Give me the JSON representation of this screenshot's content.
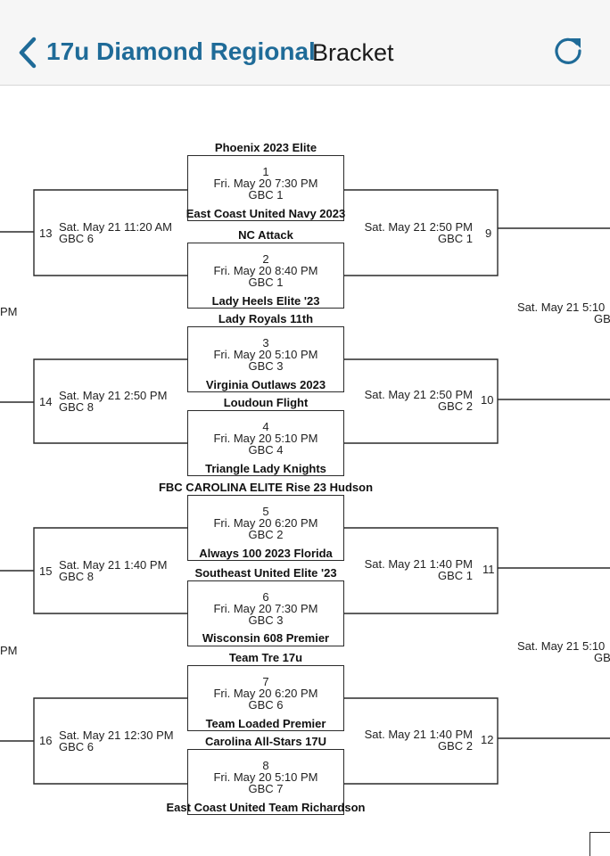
{
  "header": {
    "title_app": "17u Diamond Regional",
    "title_page": "Bracket",
    "back_icon": "chevron-left-icon",
    "refresh_icon": "refresh-icon",
    "accent_color": "#1f6b98"
  },
  "games": [
    {
      "number": "1",
      "date": "Fri. May 20 7:30 PM",
      "field": "GBC 1",
      "top_team": "Phoenix 2023 Elite",
      "bottom_team": "East Coast United Navy 2023"
    },
    {
      "number": "2",
      "date": "Fri. May 20 8:40 PM",
      "field": "GBC 1",
      "top_team": "NC Attack",
      "bottom_team": "Lady Heels Elite '23"
    },
    {
      "number": "3",
      "date": "Fri. May 20 5:10 PM",
      "field": "GBC 3",
      "top_team": "Lady Royals 11th",
      "bottom_team": "Virginia Outlaws 2023"
    },
    {
      "number": "4",
      "date": "Fri. May 20 5:10 PM",
      "field": "GBC 4",
      "top_team": "Loudoun Flight",
      "bottom_team": "Triangle Lady Knights"
    },
    {
      "number": "5",
      "date": "Fri. May 20 6:20 PM",
      "field": "GBC 2",
      "top_team": "FBC CAROLINA ELITE Rise 23 Hudson",
      "bottom_team": "Always 100 2023 Florida"
    },
    {
      "number": "6",
      "date": "Fri. May 20 7:30 PM",
      "field": "GBC 3",
      "top_team": "Southeast United Elite '23",
      "bottom_team": "Wisconsin 608 Premier"
    },
    {
      "number": "7",
      "date": "Fri. May 20 6:20 PM",
      "field": "GBC 6",
      "top_team": "Team Tre 17u",
      "bottom_team": "Team Loaded Premier"
    },
    {
      "number": "8",
      "date": "Fri. May 20 5:10 PM",
      "field": "GBC 7",
      "top_team": "Carolina All-Stars 17U",
      "bottom_team": "East Coast United Team Richardson"
    }
  ],
  "left_rounds": [
    {
      "number": "13",
      "date": "Sat. May 21 11:20 AM",
      "field": "GBC 6"
    },
    {
      "number": "14",
      "date": "Sat. May 21 2:50 PM",
      "field": "GBC 8"
    },
    {
      "number": "15",
      "date": "Sat. May 21 1:40 PM",
      "field": "GBC 8"
    },
    {
      "number": "16",
      "date": "Sat. May 21 12:30 PM",
      "field": "GBC 6"
    }
  ],
  "right_rounds": [
    {
      "number": "9",
      "date": "Sat. May 21 2:50 PM",
      "field": "GBC 1"
    },
    {
      "number": "10",
      "date": "Sat. May 21 2:50 PM",
      "field": "GBC 2"
    },
    {
      "number": "11",
      "date": "Sat. May 21 1:40 PM",
      "field": "GBC 1"
    },
    {
      "number": "12",
      "date": "Sat. May 21 1:40 PM",
      "field": "GBC 2"
    }
  ],
  "far_right": [
    {
      "date": "Sat. May 21 5:10",
      "field": "GB"
    },
    {
      "date": "Sat. May 21 5:10",
      "field": "GB("
    }
  ],
  "far_left": [
    "PM",
    "PM"
  ]
}
